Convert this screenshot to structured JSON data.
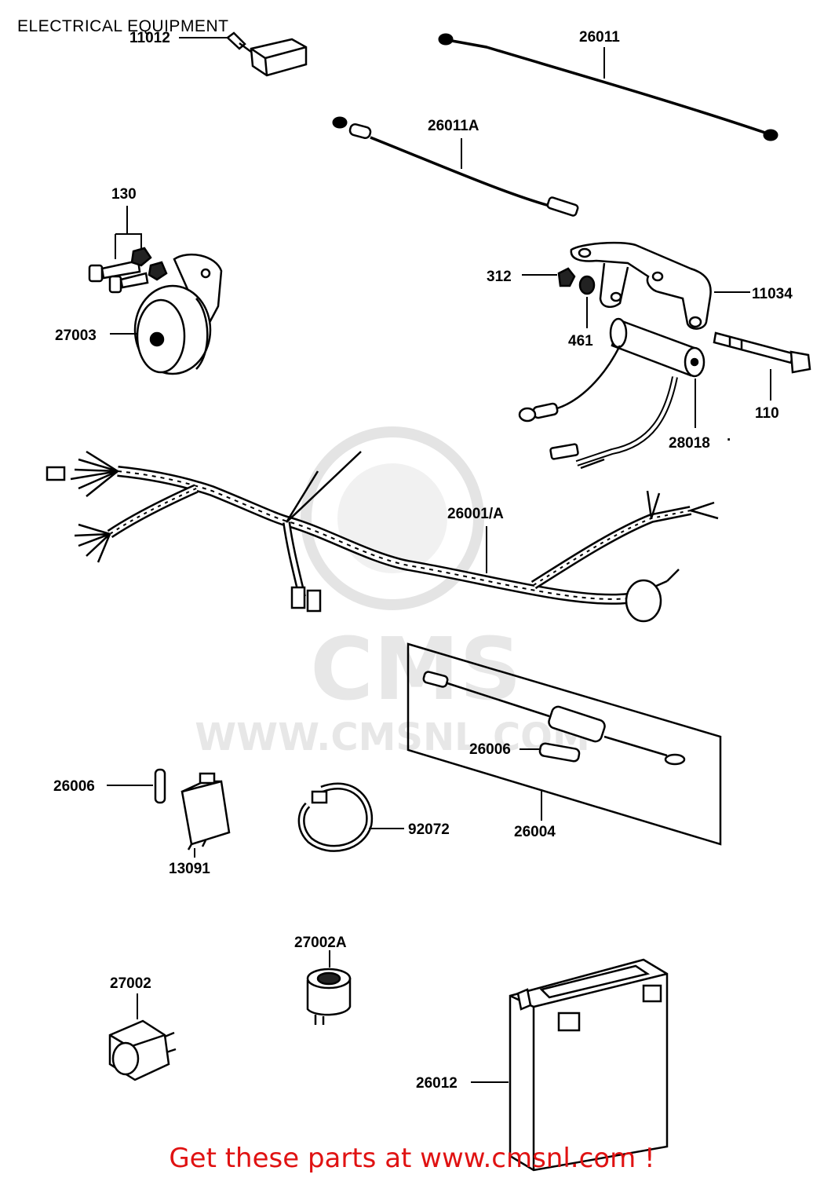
{
  "title": "ELECTRICAL EQUIPMENT",
  "footer_text": "Get these parts at www.cmsnl.com !",
  "watermark": "WWW.CMSNL.COM",
  "watermark_logo": "CMS",
  "colors": {
    "line": "#000000",
    "footer": "#e01212",
    "watermark": "#d9d9d9"
  },
  "parts": [
    "11012",
    "26011",
    "26011A",
    "130",
    "27003",
    "312",
    "11034",
    "461",
    "110",
    "28018",
    "26001/A",
    "26006",
    "26004",
    "26006",
    "13091",
    "92072",
    "27002A",
    "27002",
    "26012"
  ]
}
